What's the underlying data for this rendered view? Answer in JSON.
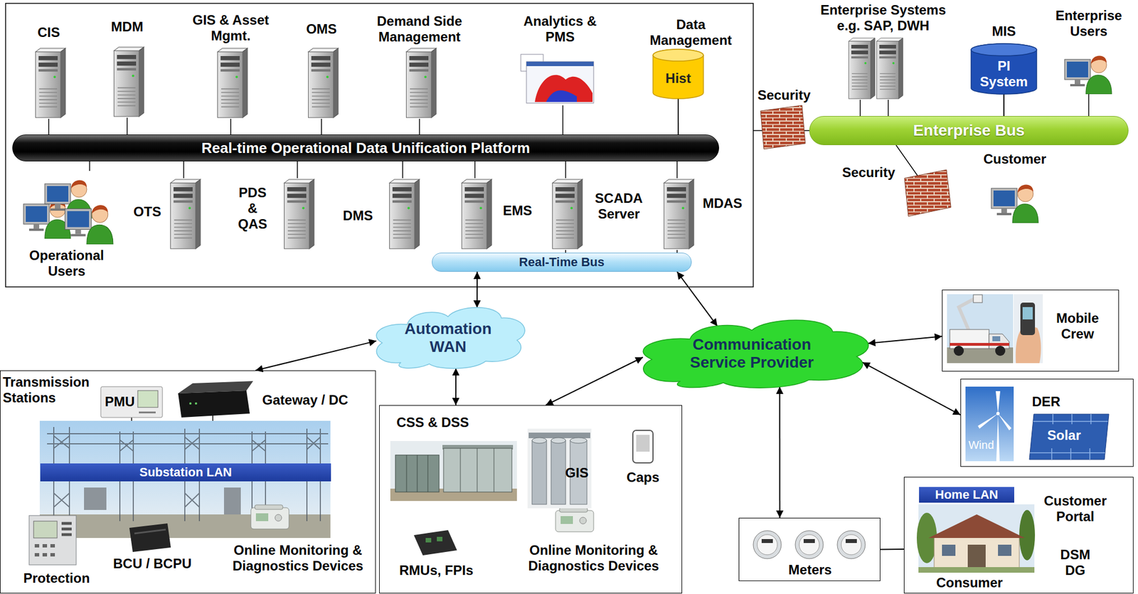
{
  "diagram": {
    "nodes": [
      {
        "text": [
          "Data Management",
          "Hist"
        ]
      },
      {
        "text": [
          "Real-time Operational Data Unification Platform"
        ]
      },
      {
        "text": [
          "Real-Time Bus"
        ]
      },
      {
        "text": [
          "MIS",
          "PI System"
        ]
      },
      {
        "text": [
          "Enterprise Bus"
        ]
      },
      {
        "text": [
          "Automation WAN"
        ]
      },
      {
        "text": [
          "Communication Service Provider"
        ]
      },
      {
        "text": [
          "Mobile Crew"
        ]
      },
      {
        "text": [
          "Transmission Stations"
        ]
      },
      {
        "text": [
          "Substation LAN"
        ],
        "in": 8
      },
      {
        "text": [
          "CSS & DSS"
        ]
      },
      {
        "text": [
          "DER"
        ]
      },
      {
        "text": [
          "Meters"
        ]
      },
      {
        "text": [
          "Customer Portal",
          "DSM DG",
          "Consumer"
        ]
      },
      {
        "text": [
          "Home LAN"
        ],
        "in": 13
      }
    ],
    "edges": [
      {
        "from": 2,
        "to": 5,
        "arrow": "both"
      },
      {
        "from": 2,
        "to": 6,
        "arrow": "both"
      },
      {
        "from": 5,
        "to": 8,
        "arrow": "both"
      },
      {
        "from": 5,
        "to": 10,
        "arrow": "both"
      },
      {
        "from": 6,
        "to": 10,
        "arrow": "both"
      },
      {
        "from": 6,
        "to": 7,
        "arrow": "both"
      },
      {
        "from": 6,
        "to": 11,
        "arrow": "both"
      },
      {
        "from": 6,
        "to": 12,
        "arrow": "both"
      },
      {
        "from": 12,
        "to": 13,
        "arrow": "none"
      },
      {
        "from": 0,
        "to": 1,
        "arrow": "none"
      },
      {
        "from": 3,
        "to": 4,
        "arrow": "none"
      }
    ],
    "labels": [
      "CIS",
      "MDM",
      "GIS & Asset Mgmt.",
      "OMS",
      "Demand Side Management",
      "Analytics & PMS",
      "Operational Users",
      "OTS",
      "PDS & QAS",
      "DMS",
      "EMS",
      "SCADA Server",
      "MDAS",
      "Enterprise Systems e.g. SAP, DWH",
      "Enterprise Users",
      "Security",
      "Security",
      "Customer",
      "PMU",
      "Gateway / DC",
      "Protection",
      "BCU / BCPU",
      "Online Monitoring & Diagnostics Devices",
      "GIS",
      "Caps",
      "RMUs, FPIs",
      "Online Monitoring & Diagnostics Devices",
      "Wind",
      "Solar"
    ]
  }
}
